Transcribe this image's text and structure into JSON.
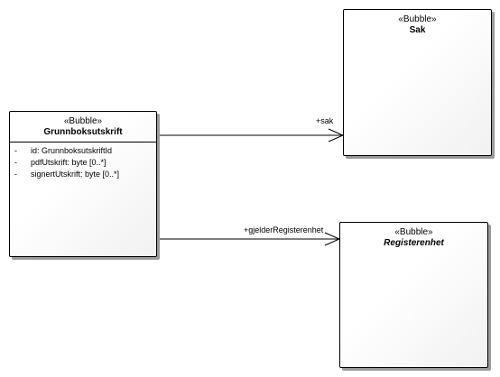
{
  "classes": {
    "grunnboksutskrift": {
      "stereotype": "«Bubble»",
      "name": "Grunnboksutskrift",
      "attributes": [
        {
          "visibility": "-",
          "text": "id: GrunnboksutskriftId"
        },
        {
          "visibility": "-",
          "text": "pdfUtskrift: byte [0..*]"
        },
        {
          "visibility": "-",
          "text": "signertUtskrift: byte [0..*]"
        }
      ]
    },
    "sak": {
      "stereotype": "«Bubble»",
      "name": "Sak"
    },
    "registerenhet": {
      "stereotype": "«Bubble»",
      "name": "Registerenhet"
    }
  },
  "associations": [
    {
      "from": "Grunnboksutskrift",
      "to": "Sak",
      "role": "+sak"
    },
    {
      "from": "Grunnboksutskrift",
      "to": "Registerenhet",
      "role": "+gjelderRegisterenhet"
    }
  ]
}
